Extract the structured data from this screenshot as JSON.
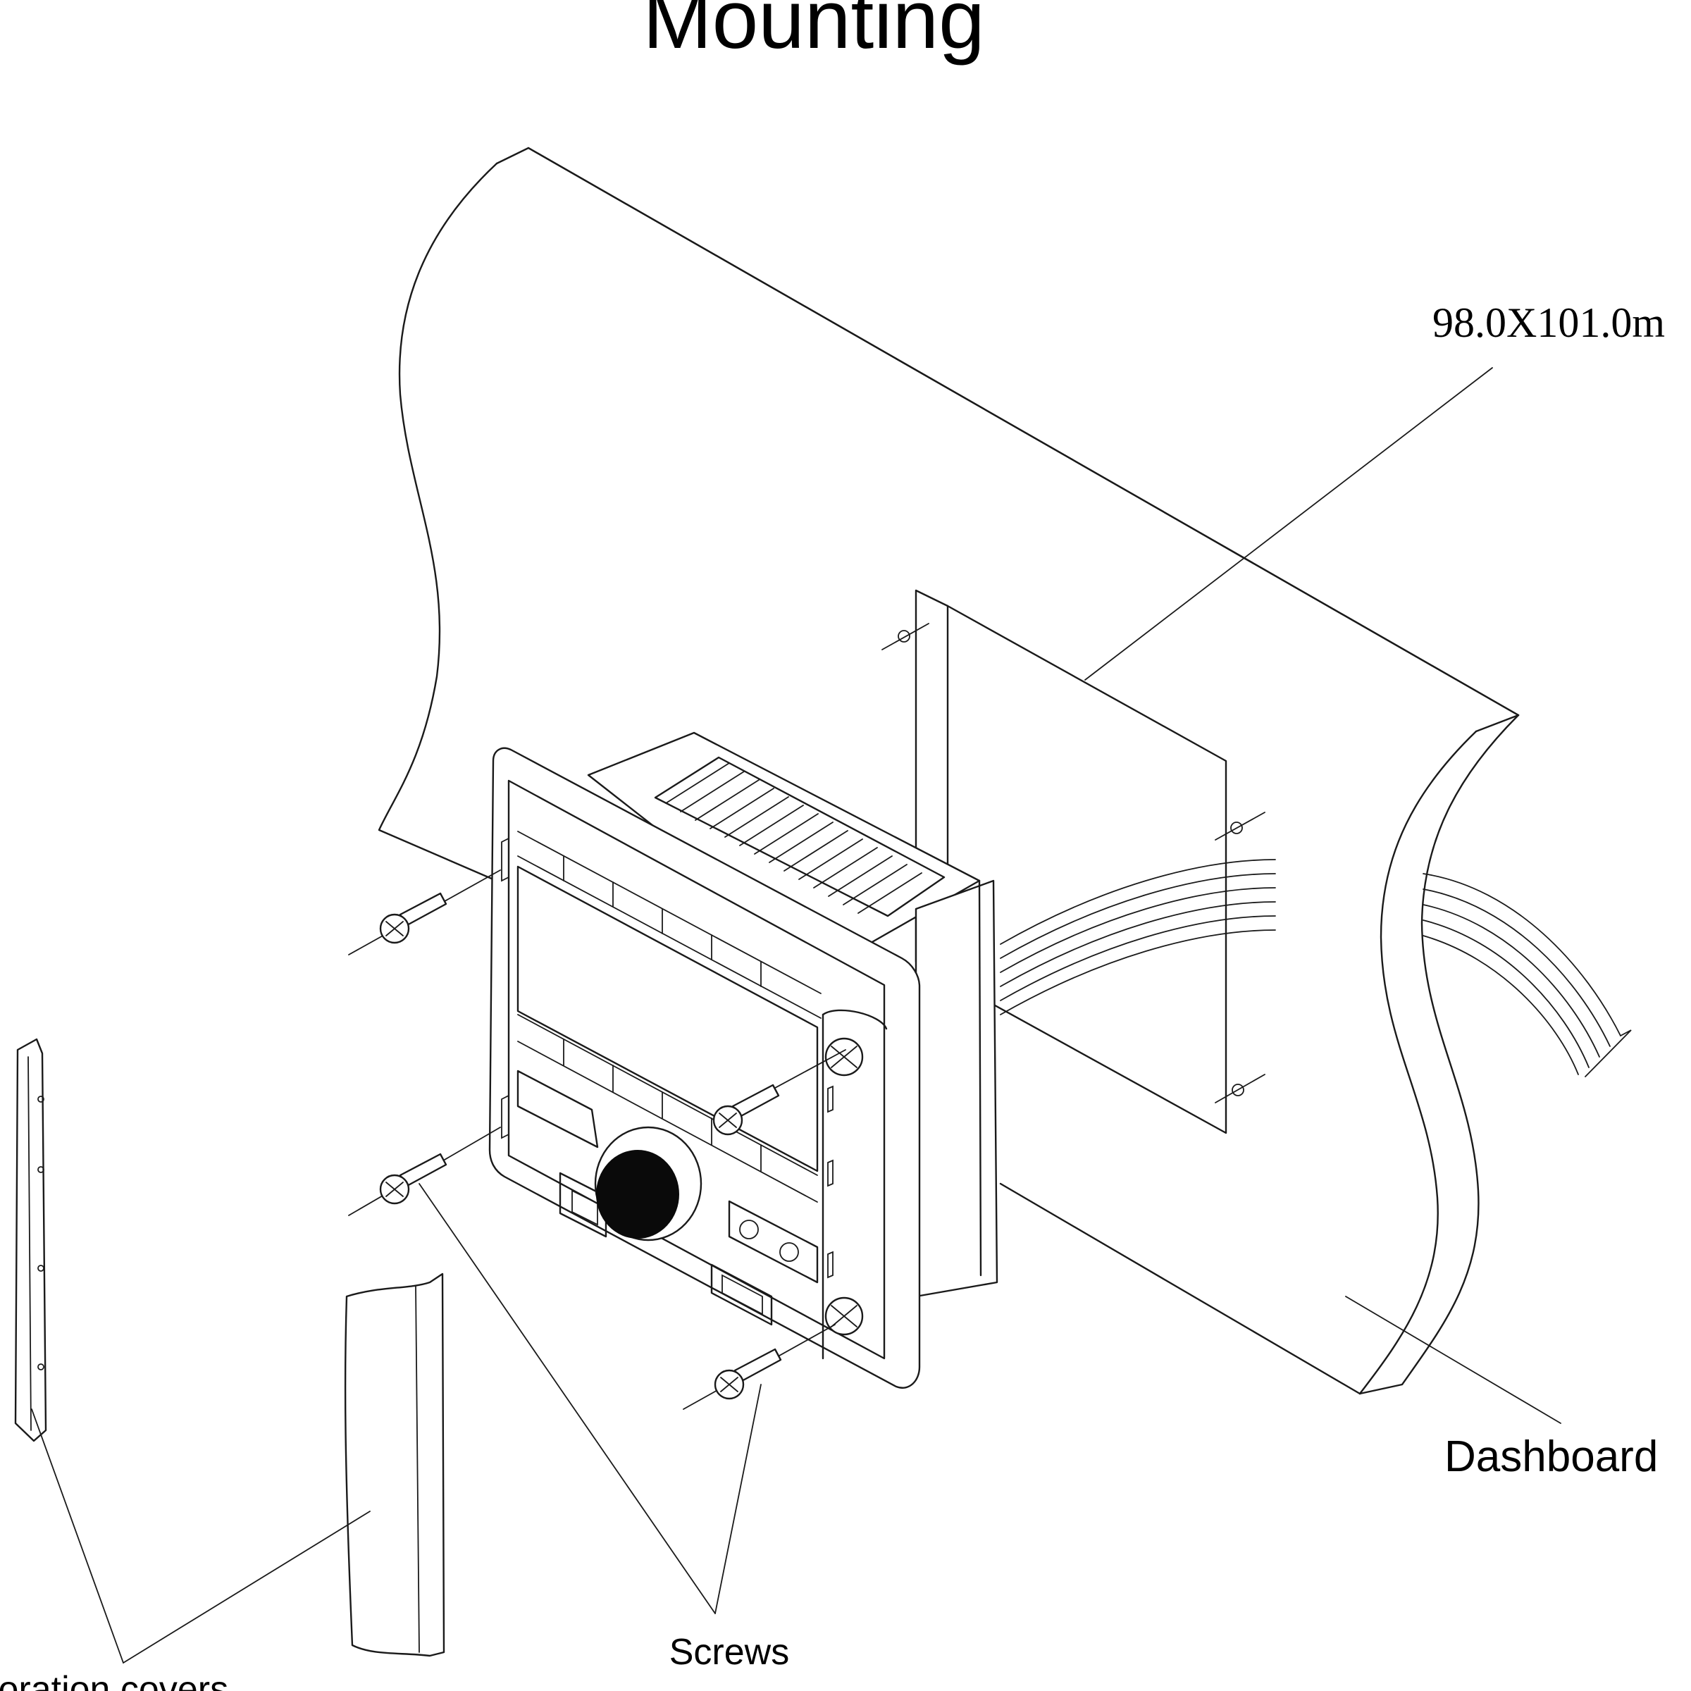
{
  "title": "Mounting",
  "labels": {
    "cutout_dimension": "98.0X101.0m",
    "dashboard": "Dashboard",
    "screws": "Screws",
    "decoration_covers": "Decoration covers"
  }
}
